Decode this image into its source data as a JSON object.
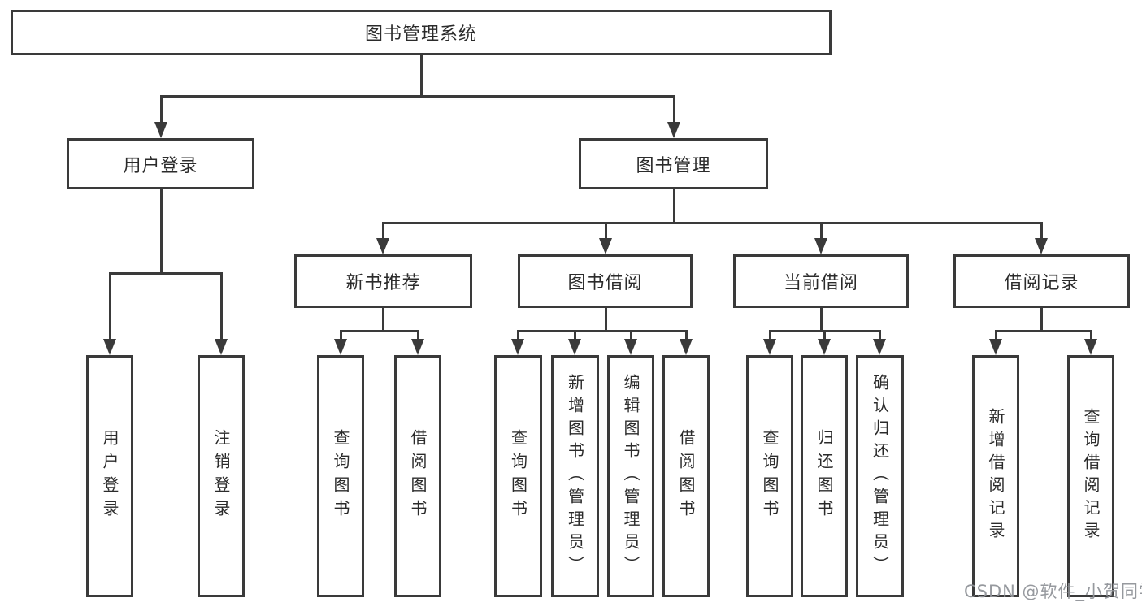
{
  "diagram_title": "图书管理系统",
  "nodes": {
    "root": {
      "label": "图书管理系统"
    },
    "user_login": {
      "label": "用户登录"
    },
    "book_mgmt": {
      "label": "图书管理"
    },
    "new_book_rec": {
      "label": "新书推荐"
    },
    "book_borrow": {
      "label": "图书借阅"
    },
    "current_borrow": {
      "label": "当前借阅"
    },
    "borrow_record": {
      "label": "借阅记录"
    },
    "ul_login": {
      "label": "用户登录"
    },
    "ul_logout": {
      "label": "注销登录"
    },
    "nb_query": {
      "label": "查询图书"
    },
    "nb_borrow": {
      "label": "借阅图书"
    },
    "bb_query": {
      "label": "查询图书"
    },
    "bb_add": {
      "label": "新增图书（管理员）"
    },
    "bb_edit": {
      "label": "编辑图书（管理员）"
    },
    "bb_borrow": {
      "label": "借阅图书"
    },
    "cb_query": {
      "label": "查询图书"
    },
    "cb_return": {
      "label": "归还图书"
    },
    "cb_confirm": {
      "label": "确认归还（管理员）"
    },
    "br_add": {
      "label": "新增借阅记录"
    },
    "br_query": {
      "label": "查询借阅记录"
    }
  },
  "hierarchy": {
    "label": "图书管理系统",
    "children": [
      {
        "label": "用户登录",
        "children": [
          {
            "label": "用户登录"
          },
          {
            "label": "注销登录"
          }
        ]
      },
      {
        "label": "图书管理",
        "children": [
          {
            "label": "新书推荐",
            "children": [
              {
                "label": "查询图书"
              },
              {
                "label": "借阅图书"
              }
            ]
          },
          {
            "label": "图书借阅",
            "children": [
              {
                "label": "查询图书"
              },
              {
                "label": "新增图书（管理员）"
              },
              {
                "label": "编辑图书（管理员）"
              },
              {
                "label": "借阅图书"
              }
            ]
          },
          {
            "label": "当前借阅",
            "children": [
              {
                "label": "查询图书"
              },
              {
                "label": "归还图书"
              },
              {
                "label": "确认归还（管理员）"
              }
            ]
          },
          {
            "label": "借阅记录",
            "children": [
              {
                "label": "新增借阅记录"
              },
              {
                "label": "查询借阅记录"
              }
            ]
          }
        ]
      }
    ]
  },
  "watermark": {
    "text": "CSDN @软件_小贺同学"
  },
  "colors": {
    "line": "#3a3a3a",
    "text": "#2b2b2b",
    "background": "#ffffff",
    "watermark": "#909499"
  }
}
